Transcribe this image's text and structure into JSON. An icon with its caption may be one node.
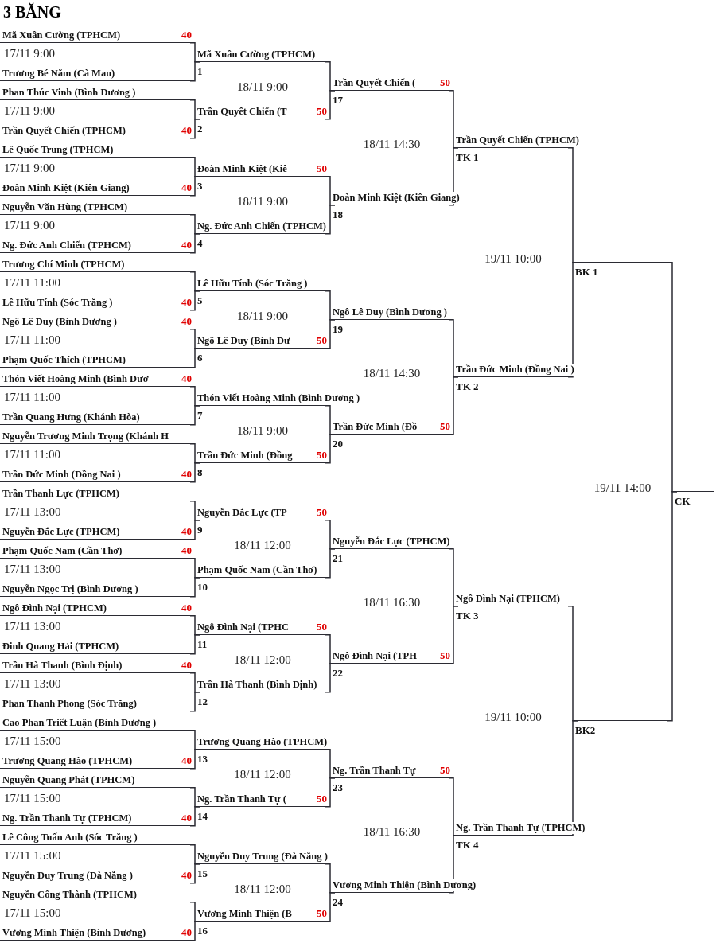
{
  "diagram": {
    "title": "3 BĂNG",
    "nodes": [
      {
        "text": [
          "Mã Xuân Cường (TPHCM)",
          "40"
        ]
      },
      {
        "text": [
          "Trương Bé Năm (Cà Mau)"
        ]
      },
      {
        "text": [
          "Phan Thúc Vinh (Bình Dương )"
        ]
      },
      {
        "text": [
          "Trần Quyết Chiến (TPHCM)",
          "40"
        ]
      },
      {
        "text": [
          "Lê Quốc Trung (TPHCM)"
        ]
      },
      {
        "text": [
          "Đoàn Minh Kiệt (Kiên Giang)",
          "40"
        ]
      },
      {
        "text": [
          "Nguyễn Văn Hùng (TPHCM)"
        ]
      },
      {
        "text": [
          "Ng. Đức Anh Chiến (TPHCM)",
          "40"
        ]
      },
      {
        "text": [
          "Trương Chí Minh (TPHCM)"
        ]
      },
      {
        "text": [
          "Lê Hữu Tính (Sóc Trăng )",
          "40"
        ]
      },
      {
        "text": [
          "Ngô Lê Duy (Bình Dương )",
          "40"
        ]
      },
      {
        "text": [
          "Phạm Quốc Thích (TPHCM)"
        ]
      },
      {
        "text": [
          "Thón Viết Hoàng Minh (Bình Dươ",
          "40"
        ]
      },
      {
        "text": [
          "Trần Quang Hưng (Khánh Hòa)"
        ]
      },
      {
        "text": [
          "Nguyễn Trương Minh Trọng (Khánh H"
        ]
      },
      {
        "text": [
          "Trần Đức Minh (Đồng Nai )",
          "40"
        ]
      },
      {
        "text": [
          "Trần Thanh Lực (TPHCM)"
        ]
      },
      {
        "text": [
          "Nguyễn Đắc Lực (TPHCM)",
          "40"
        ]
      },
      {
        "text": [
          "Phạm Quốc Nam (Cần Thơ)",
          "40"
        ]
      },
      {
        "text": [
          "Nguyễn Ngọc Trị (Bình Dương )"
        ]
      },
      {
        "text": [
          "Ngô Đình Nại (TPHCM)",
          "40"
        ]
      },
      {
        "text": [
          "Đinh Quang Hải (TPHCM)"
        ]
      },
      {
        "text": [
          "Trần Hà Thanh (Bình Định)",
          "40"
        ]
      },
      {
        "text": [
          "Phan Thanh Phong (Sóc Trăng)"
        ]
      },
      {
        "text": [
          "Cao Phan Triết Luận (Bình Dương )"
        ]
      },
      {
        "text": [
          "Trương Quang Hào (TPHCM)",
          "40"
        ]
      },
      {
        "text": [
          "Nguyễn Quang Phát (TPHCM)"
        ]
      },
      {
        "text": [
          "Ng. Trần Thanh Tự (TPHCM)",
          "40"
        ]
      },
      {
        "text": [
          "Lê Công Tuấn Anh (Sóc Trăng )"
        ]
      },
      {
        "text": [
          "Nguyễn Duy Trung (Đà Nẵng )",
          "40"
        ]
      },
      {
        "text": [
          "Nguyễn Công Thành (TPHCM)"
        ]
      },
      {
        "text": [
          "Vương Minh Thiện (Bình Dương)",
          "40"
        ]
      },
      {
        "text": [
          "Mã Xuân Cường (TPHCM)"
        ],
        "beside": [
          "1"
        ]
      },
      {
        "text": [
          "Trần Quyết Chiến (T",
          "50"
        ],
        "beside": [
          "2"
        ]
      },
      {
        "text": [
          "Đoàn Minh Kiệt (Kiê",
          "50"
        ],
        "beside": [
          "3"
        ]
      },
      {
        "text": [
          "Ng. Đức Anh Chiến (TPHCM)"
        ],
        "beside": [
          "4"
        ]
      },
      {
        "text": [
          "Lê Hữu Tính (Sóc Trăng )"
        ],
        "beside": [
          "5"
        ]
      },
      {
        "text": [
          "Ngô Lê Duy (Bình Dư",
          "50"
        ],
        "beside": [
          "6"
        ]
      },
      {
        "text": [
          "Thón Viết Hoàng Minh (Bình Dương )"
        ],
        "beside": [
          "7"
        ]
      },
      {
        "text": [
          "Trần Đức Minh (Đồng",
          "50"
        ],
        "beside": [
          "8"
        ]
      },
      {
        "text": [
          "Nguyễn Đắc Lực (TP",
          "50"
        ],
        "beside": [
          "9"
        ]
      },
      {
        "text": [
          "Phạm Quốc Nam (Cần Thơ)"
        ],
        "beside": [
          "10"
        ]
      },
      {
        "text": [
          "Ngô Đình Nại (TPHC",
          "50"
        ],
        "beside": [
          "11"
        ]
      },
      {
        "text": [
          "Trần Hà Thanh (Bình Định)"
        ],
        "beside": [
          "12"
        ]
      },
      {
        "text": [
          "Trương Quang Hào (TPHCM)"
        ],
        "beside": [
          "13"
        ]
      },
      {
        "text": [
          "Ng. Trần Thanh Tự (",
          "50"
        ],
        "beside": [
          "14"
        ]
      },
      {
        "text": [
          "Nguyễn Duy Trung (Đà Nẵng )"
        ],
        "beside": [
          "15"
        ]
      },
      {
        "text": [
          "Vương Minh Thiện (B",
          "50"
        ],
        "beside": [
          "16"
        ]
      },
      {
        "text": [
          "Trần Quyết Chiến (",
          "50"
        ],
        "beside": [
          "17"
        ]
      },
      {
        "text": [
          "Đoàn Minh Kiệt (Kiên Giang)"
        ],
        "beside": [
          "18"
        ]
      },
      {
        "text": [
          "Ngô Lê Duy (Bình Dương )"
        ],
        "beside": [
          "19"
        ]
      },
      {
        "text": [
          "Trần Đức Minh (Đồ",
          "50"
        ],
        "beside": [
          "20"
        ]
      },
      {
        "text": [
          "Nguyễn Đắc Lực (TPHCM)"
        ],
        "beside": [
          "21"
        ]
      },
      {
        "text": [
          "Ngô Đình Nại (TPH",
          "50"
        ],
        "beside": [
          "22"
        ]
      },
      {
        "text": [
          "Ng. Trần Thanh Tự",
          "50"
        ],
        "beside": [
          "23"
        ]
      },
      {
        "text": [
          "Vương Minh Thiện (Bình Dương)"
        ],
        "beside": [
          "24"
        ]
      },
      {
        "text": [
          "Trần Quyết Chiến (TPHCM)"
        ],
        "beside": [
          "TK 1"
        ]
      },
      {
        "text": [
          "Trần Đức Minh (Đồng Nai )"
        ],
        "beside": [
          "TK 2"
        ]
      },
      {
        "text": [
          "Ngô Đình Nại (TPHCM)"
        ],
        "beside": [
          "TK 3"
        ]
      },
      {
        "text": [
          "Ng. Trần Thanh Tự (TPHCM)"
        ],
        "beside": [
          "TK 4"
        ]
      },
      {
        "text": [],
        "shape": "bar",
        "beside": [
          "BK 1"
        ]
      },
      {
        "text": [],
        "shape": "bar",
        "beside": [
          "BK2"
        ]
      },
      {
        "text": [],
        "shape": "bar",
        "beside": [
          "CK"
        ]
      }
    ],
    "edges": [
      {
        "from": 0,
        "to": 32,
        "arrow": "none"
      },
      {
        "from": 1,
        "to": 32,
        "arrow": "none"
      },
      {
        "from": 2,
        "to": 33,
        "arrow": "none"
      },
      {
        "from": 3,
        "to": 33,
        "arrow": "none"
      },
      {
        "from": 4,
        "to": 34,
        "arrow": "none"
      },
      {
        "from": 5,
        "to": 34,
        "arrow": "none"
      },
      {
        "from": 6,
        "to": 35,
        "arrow": "none"
      },
      {
        "from": 7,
        "to": 35,
        "arrow": "none"
      },
      {
        "from": 8,
        "to": 36,
        "arrow": "none"
      },
      {
        "from": 9,
        "to": 36,
        "arrow": "none"
      },
      {
        "from": 10,
        "to": 37,
        "arrow": "none"
      },
      {
        "from": 11,
        "to": 37,
        "arrow": "none"
      },
      {
        "from": 12,
        "to": 38,
        "arrow": "none"
      },
      {
        "from": 13,
        "to": 38,
        "arrow": "none"
      },
      {
        "from": 14,
        "to": 39,
        "arrow": "none"
      },
      {
        "from": 15,
        "to": 39,
        "arrow": "none"
      },
      {
        "from": 16,
        "to": 40,
        "arrow": "none"
      },
      {
        "from": 17,
        "to": 40,
        "arrow": "none"
      },
      {
        "from": 18,
        "to": 41,
        "arrow": "none"
      },
      {
        "from": 19,
        "to": 41,
        "arrow": "none"
      },
      {
        "from": 20,
        "to": 42,
        "arrow": "none"
      },
      {
        "from": 21,
        "to": 42,
        "arrow": "none"
      },
      {
        "from": 22,
        "to": 43,
        "arrow": "none"
      },
      {
        "from": 23,
        "to": 43,
        "arrow": "none"
      },
      {
        "from": 24,
        "to": 44,
        "arrow": "none"
      },
      {
        "from": 25,
        "to": 44,
        "arrow": "none"
      },
      {
        "from": 26,
        "to": 45,
        "arrow": "none"
      },
      {
        "from": 27,
        "to": 45,
        "arrow": "none"
      },
      {
        "from": 28,
        "to": 46,
        "arrow": "none"
      },
      {
        "from": 29,
        "to": 46,
        "arrow": "none"
      },
      {
        "from": 30,
        "to": 47,
        "arrow": "none"
      },
      {
        "from": 31,
        "to": 47,
        "arrow": "none"
      },
      {
        "from": 32,
        "to": 48,
        "arrow": "none"
      },
      {
        "from": 33,
        "to": 48,
        "arrow": "none"
      },
      {
        "from": 34,
        "to": 49,
        "arrow": "none"
      },
      {
        "from": 35,
        "to": 49,
        "arrow": "none"
      },
      {
        "from": 36,
        "to": 50,
        "arrow": "none"
      },
      {
        "from": 37,
        "to": 50,
        "arrow": "none"
      },
      {
        "from": 38,
        "to": 51,
        "arrow": "none"
      },
      {
        "from": 39,
        "to": 51,
        "arrow": "none"
      },
      {
        "from": 40,
        "to": 52,
        "arrow": "none"
      },
      {
        "from": 41,
        "to": 52,
        "arrow": "none"
      },
      {
        "from": 42,
        "to": 53,
        "arrow": "none"
      },
      {
        "from": 43,
        "to": 53,
        "arrow": "none"
      },
      {
        "from": 44,
        "to": 54,
        "arrow": "none"
      },
      {
        "from": 45,
        "to": 54,
        "arrow": "none"
      },
      {
        "from": 46,
        "to": 55,
        "arrow": "none"
      },
      {
        "from": 47,
        "to": 55,
        "arrow": "none"
      },
      {
        "from": 48,
        "to": 56,
        "arrow": "none"
      },
      {
        "from": 49,
        "to": 56,
        "arrow": "none"
      },
      {
        "from": 50,
        "to": 57,
        "arrow": "none"
      },
      {
        "from": 51,
        "to": 57,
        "arrow": "none"
      },
      {
        "from": 52,
        "to": 58,
        "arrow": "none"
      },
      {
        "from": 53,
        "to": 58,
        "arrow": "none"
      },
      {
        "from": 54,
        "to": 59,
        "arrow": "none"
      },
      {
        "from": 55,
        "to": 59,
        "arrow": "none"
      },
      {
        "from": 56,
        "to": 60,
        "arrow": "none"
      },
      {
        "from": 57,
        "to": 60,
        "arrow": "none"
      },
      {
        "from": 58,
        "to": 61,
        "arrow": "none"
      },
      {
        "from": 59,
        "to": 61,
        "arrow": "none"
      },
      {
        "from": 60,
        "to": 62,
        "arrow": "none"
      },
      {
        "from": 61,
        "to": 62,
        "arrow": "none"
      }
    ],
    "labels": [
      "17/11 9:00",
      "17/11 9:00",
      "17/11 9:00",
      "17/11 9:00",
      "17/11 11:00",
      "17/11 11:00",
      "17/11 11:00",
      "17/11 11:00",
      "17/11 13:00",
      "17/11 13:00",
      "17/11 13:00",
      "17/11 13:00",
      "17/11 15:00",
      "17/11 15:00",
      "17/11 15:00",
      "17/11 15:00",
      "18/11 9:00",
      "18/11 9:00",
      "18/11 9:00",
      "18/11 9:00",
      "18/11 12:00",
      "18/11 12:00",
      "18/11 12:00",
      "18/11 12:00",
      "18/11 14:30",
      "18/11 14:30",
      "18/11 16:30",
      "18/11 16:30",
      "19/11 10:00",
      "19/11 10:00",
      "19/11 14:00"
    ]
  }
}
